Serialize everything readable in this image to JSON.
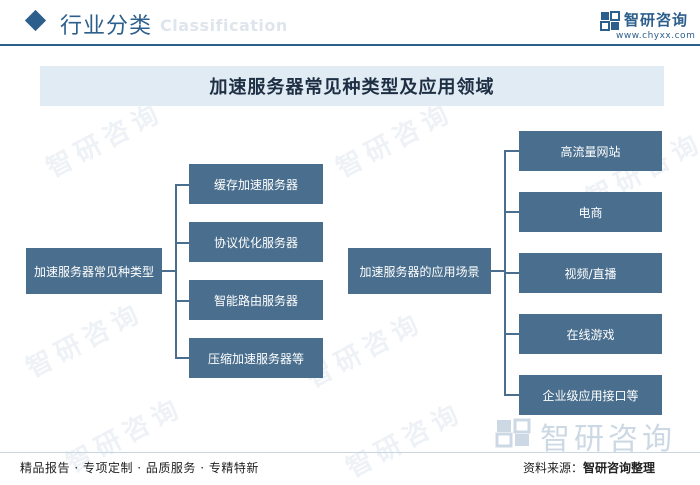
{
  "header": {
    "title": "行业分类",
    "subtitle": "Classification",
    "brand_name": "智研咨询",
    "brand_url": "www.chyxx.com"
  },
  "diagram": {
    "title": "加速服务器常见种类型及应用领域",
    "source_node": "加速服务器常见种类型",
    "types": [
      "缓存加速服务器",
      "协议优化服务器",
      "智能路由服务器",
      "压缩加速服务器等"
    ],
    "hub_node": "加速服务器的应用场景",
    "applications": [
      "高流量网站",
      "电商",
      "视频/直播",
      "在线游戏",
      "企业级应用接口等"
    ]
  },
  "watermark": {
    "text": "智研咨询"
  },
  "footer": {
    "left_text": "精品报告 · 专项定制 · 品质服务 · 专精特新",
    "source_label": "资料来源：",
    "source_value": "智研咨询整理"
  },
  "colors": {
    "primary": "#2d5f8c",
    "box": "#4a6f8e",
    "title_bg": "#e1ebf4"
  }
}
